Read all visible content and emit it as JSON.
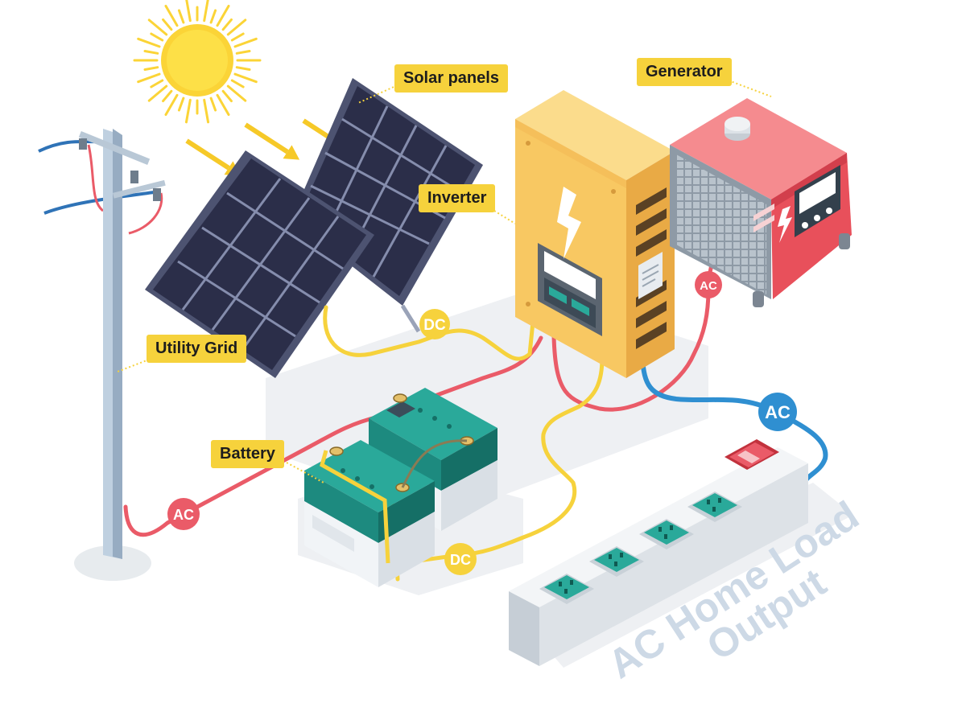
{
  "labels": {
    "solar_panels": "Solar panels",
    "generator": "Generator",
    "inverter": "Inverter",
    "utility_grid": "Utility Grid",
    "battery": "Battery"
  },
  "badges": {
    "dc_panels": "DC",
    "ac_generator": "AC",
    "ac_output": "AC",
    "ac_grid": "AC",
    "dc_battery": "DC"
  },
  "output_label": {
    "line1": "AC Home Load",
    "line2": "Output"
  },
  "colors": {
    "dc_wire": "#f6d23c",
    "ac_grid_wire": "#ea5b68",
    "ac_output_wire": "#2f8fd1",
    "callout_bg": "#f6d23c",
    "inverter_body": "#f8c862",
    "generator_body": "#e8505b",
    "battery_top": "#2aa99a",
    "panel_cell": "#2b2e49",
    "sun": "#fbd437"
  },
  "icons": [
    "sun-icon",
    "lightning-icon"
  ]
}
